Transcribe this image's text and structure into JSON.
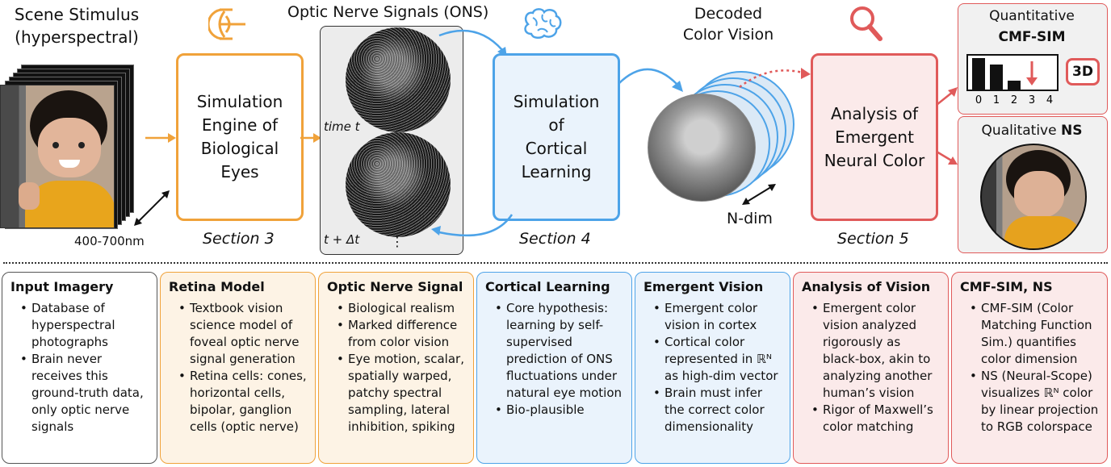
{
  "top": {
    "scene_title_line1": "Scene Stimulus",
    "scene_title_line2": "(hyperspectral)",
    "scene_range": "400-700nm",
    "ons_title": "Optic Nerve Signals (ONS)",
    "decoded_line1": "Decoded",
    "decoded_line2": "Color Vision",
    "time_t": "time t",
    "time_t2": "t + Δt",
    "ellipsis": "⋮",
    "ndim": "N-dim",
    "quant_label": "Quantitative",
    "quant_title": "CMF-SIM",
    "badge_3d": "3D",
    "qual_label": "Qualitative",
    "qual_title": "NS",
    "sim_eyes": [
      "Simulation",
      "Engine of",
      "Biological",
      "Eyes"
    ],
    "sim_cortex": [
      "Simulation",
      "of",
      "Cortical",
      "Learning"
    ],
    "analysis": [
      "Analysis of",
      "Emergent",
      "Neural Color"
    ],
    "section3": "Section 3",
    "section4": "Section 4",
    "section5": "Section 5"
  },
  "cmf_chart": {
    "ticks": [
      "0",
      "1",
      "2",
      "3",
      "4"
    ],
    "values": [
      1.0,
      0.8,
      0.3,
      0.0,
      0.0
    ],
    "marked_tick": 3
  },
  "colors": {
    "orange": "#f0a23a",
    "blue": "#4da3e8",
    "red": "#e05a5a",
    "gray": "#555555"
  },
  "icons": [
    "eye-icon",
    "brain-icon",
    "magnifier-icon"
  ],
  "cards": [
    {
      "title": "Input Imagery",
      "items": [
        "Database of hyperspectral photographs",
        "Brain never receives this ground-truth data, only optic nerve signals"
      ]
    },
    {
      "title": "Retina Model",
      "items": [
        "Textbook vision science model of foveal optic nerve signal generation",
        "Retina cells: cones, horizontal cells, bipolar, ganglion cells (optic nerve)"
      ]
    },
    {
      "title": "Optic Nerve Signal",
      "items": [
        "Biological realism",
        "Marked difference from color vision",
        "Eye motion, scalar, spatially warped, patchy spectral sampling, lateral inhibition, spiking"
      ]
    },
    {
      "title": "Cortical Learning",
      "items": [
        "Core hypothesis: learning by self-supervised prediction of ONS fluctuations under natural eye motion",
        "Bio-plausible"
      ]
    },
    {
      "title": "Emergent Vision",
      "items": [
        "Emergent color vision in cortex",
        "Cortical color represented in ℝᴺ as high-dim vector",
        "Brain must infer the correct color dimensionality"
      ]
    },
    {
      "title": "Analysis of Vision",
      "items": [
        "Emergent color vision analyzed rigorously as black-box, akin to analyzing another human’s vision",
        "Rigor of Maxwell’s color matching"
      ]
    },
    {
      "title": "CMF-SIM, NS",
      "items": [
        "CMF-SIM (Color Matching Function Sim.) quantifies color dimension",
        "NS (Neural-Scope) visualizes ℝᴺ color by linear projection to RGB colorspace"
      ]
    }
  ]
}
